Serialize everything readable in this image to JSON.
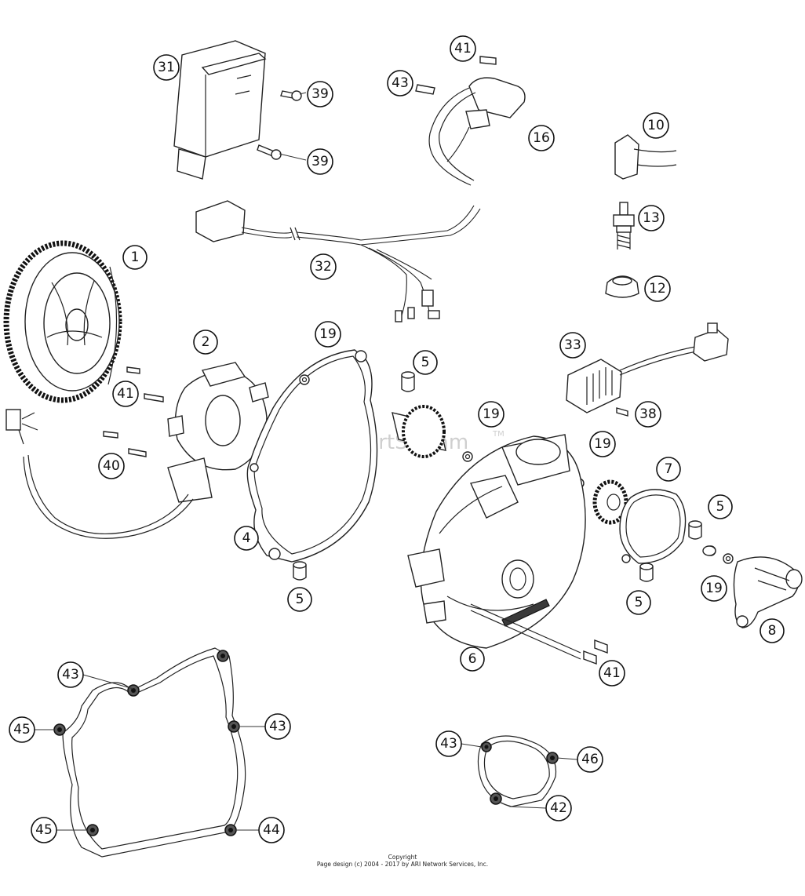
{
  "watermark": {
    "text": "ARI PartStream",
    "tm": "TM"
  },
  "footer": {
    "line1": "Copyright",
    "line2": "Page design (c) 2004 - 2017 by ARI Network Services, Inc."
  },
  "callouts": {
    "c1": "1",
    "c2": "2",
    "c4": "4",
    "c5a": "5",
    "c5b": "5",
    "c5c": "5",
    "c5d": "5",
    "c6": "6",
    "c7": "7",
    "c8": "8",
    "c10": "10",
    "c12": "12",
    "c13": "13",
    "c16": "16",
    "c19a": "19",
    "c19b": "19",
    "c19c": "19",
    "c19d": "19",
    "c31": "31",
    "c32": "32",
    "c33": "33",
    "c38": "38",
    "c39a": "39",
    "c39b": "39",
    "c40": "40",
    "c41a": "41",
    "c41b": "41",
    "c41c": "41",
    "c42": "42",
    "c43a": "43",
    "c43b": "43",
    "c43c": "43",
    "c43d": "43",
    "c44": "44",
    "c45a": "45",
    "c45b": "45",
    "c46": "46"
  }
}
